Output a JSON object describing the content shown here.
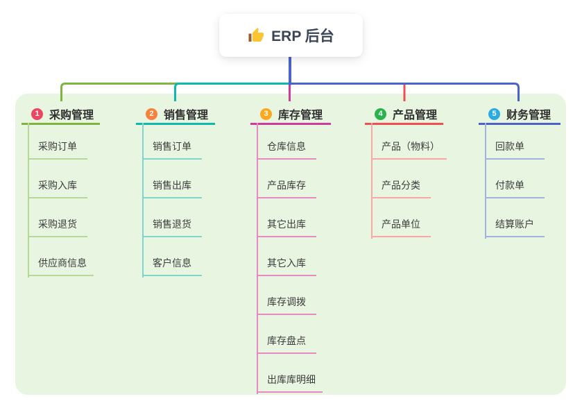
{
  "root": {
    "title": "ERP 后台",
    "icon": "thumbs-up-icon"
  },
  "theme": {
    "page_background": "#ffffff",
    "panel_background": "#e8f5e1",
    "root_line_color": "#4a62c9",
    "root_text_color": "#3a4454",
    "thumb_hand_color": "#fbc531",
    "thumb_sleeve_color": "#9a5b2e"
  },
  "branches": [
    {
      "num": "1",
      "title": "采购管理",
      "badge_color": "#eb4762",
      "line_color": "#7db53f",
      "light_color": "#b6d897",
      "children": [
        "采购订单",
        "采购入库",
        "采购退货",
        "供应商信息"
      ]
    },
    {
      "num": "2",
      "title": "销售管理",
      "badge_color": "#f8823c",
      "line_color": "#0fb8ac",
      "light_color": "#7ed6cc",
      "children": [
        "销售订单",
        "销售出库",
        "销售退货",
        "客户信息"
      ]
    },
    {
      "num": "3",
      "title": "库存管理",
      "badge_color": "#fca81c",
      "line_color": "#cf3a9b",
      "light_color": "#e989c4",
      "children": [
        "仓库信息",
        "产品库存",
        "其它出库",
        "其它入库",
        "库存调拨",
        "库存盘点",
        "出库库明细"
      ]
    },
    {
      "num": "4",
      "title": "产品管理",
      "badge_color": "#2bb24d",
      "line_color": "#f04e51",
      "light_color": "#f6a7a6",
      "children": [
        "产品（物料）",
        "产品分类",
        "产品单位"
      ]
    },
    {
      "num": "5",
      "title": "财务管理",
      "badge_color": "#2babe2",
      "line_color": "#4a62c9",
      "light_color": "#a2b2e0",
      "children": [
        "回款单",
        "付款单",
        "结算账户"
      ]
    }
  ]
}
